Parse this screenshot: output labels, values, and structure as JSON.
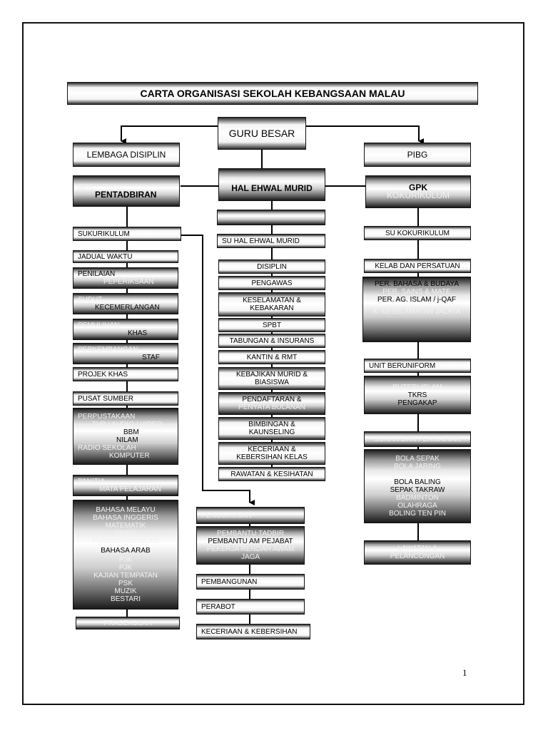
{
  "title": "CARTA  ORGANISASI  SEKOLAH KEBANGSAAN MALAU",
  "guru_besar": "GURU BESAR",
  "lembaga_disiplin": "LEMBAGA DISIPLIN",
  "pibg": "PIBG",
  "left": {
    "gpk": [
      "GPK",
      "PENTADBIRAN"
    ],
    "sukurikulum": "SUKURIKULUM",
    "jadual_waktu": "JADUAL WAKTU",
    "penilaian": [
      "PENILAIAN",
      "PEPERIKSAAN"
    ],
    "sudut": [
      "SUDUT",
      "KECEMERLANGAN"
    ],
    "pemulihan": [
      "PEMULIHAN",
      "KHAS"
    ],
    "perkembangan": [
      "PERKEMBANGAN",
      "STAF"
    ],
    "projek_khas": "PROJEK KHAS",
    "pusat_sumber": "PUSAT SUMBER",
    "pusat_sumber_items": [
      "PERPUSTAKAAN",
      "TVP / AUDIO / VIDEO",
      "BBM",
      "NILAM",
      "RADIO SEKOLAH",
      "KOMPUTER"
    ],
    "panitia": [
      "PANITIA",
      "MATA PELAJARAN"
    ],
    "panitia_items": [
      "BAHASA MELAYU",
      "BAHASA INGGERIS",
      "MATEMATIK",
      "SAINS",
      "PENDIDIKAN ISLAM",
      "BAHASA  ARAB",
      "PJK",
      "PJK",
      "KAJIAN TEMPATAN",
      "PSK",
      "MUZIK",
      "BESTARI"
    ],
    "prasekolah": "PRASEKOLAH"
  },
  "center": {
    "gpk": [
      "GPK",
      "HAL EHWAL MURID"
    ],
    "su_hem": "SU HAL EHWAL MURID",
    "items": [
      [
        "DISIPLIN"
      ],
      [
        "PENGAWAS"
      ],
      [
        "KESELAMATAN &",
        "KEBAKARAN"
      ],
      [
        "SPBT"
      ],
      [
        "TABUNGAN & INSURANS"
      ],
      [
        "KANTIN & RMT"
      ],
      [
        "KEBAJIKAN MURID &",
        "BIASISWA"
      ],
      [
        "PENDAFTARAN &",
        "PENYATA BULANAN"
      ],
      [
        "BIMBINGAN &",
        "KAUNSELING"
      ],
      [
        "KECERIAAN &",
        "KEBERSIHAN KELAS"
      ],
      [
        "RAWATAN & KESIHATAN"
      ]
    ]
  },
  "right": {
    "gpk": [
      "GPK",
      "KOKURIKULUM"
    ],
    "su_koko": "SU KOKURIKULUM",
    "kelab": "KELAB DAN PERSATUAN",
    "kelab_items": [
      "PER. BAHASA & BUDAYA",
      "PER. SAINS & MATE",
      "PER. AG. ISLAM / j-QAF",
      "K. KESELAMATAN JALAYA"
    ],
    "unit": "UNIT BERUNIFORM",
    "unit_items": [
      "PUTERI ISLAM",
      "TKRS",
      "PENGAKAP"
    ],
    "sukan": "SUKAN DAN PERMAINAN",
    "sukan_items": [
      "BOLA SEPAK",
      "BOLA JARING",
      "CATUR",
      "BOLA BALING",
      "SEPAK TAKRAW",
      "BADMINTON",
      "OLAHRAGA",
      "BOLING TEN PIN"
    ],
    "lawatan": [
      "LAWATAN &",
      "PELANCONGAN"
    ]
  },
  "bottom": {
    "pengurusan": "PENGURUSAN",
    "pengurusan_items": [
      "PEMBANTU TADBIR",
      "PEMBANTU AM PEJABAT",
      "PEKERJA RENDAH AWAM",
      "JAGA"
    ],
    "pembangunan": "PEMBANGUNAN",
    "perabot": "PERABOT",
    "keceriaan": "KECERIAAN & KEBERSIHAN"
  },
  "page_number": "1"
}
